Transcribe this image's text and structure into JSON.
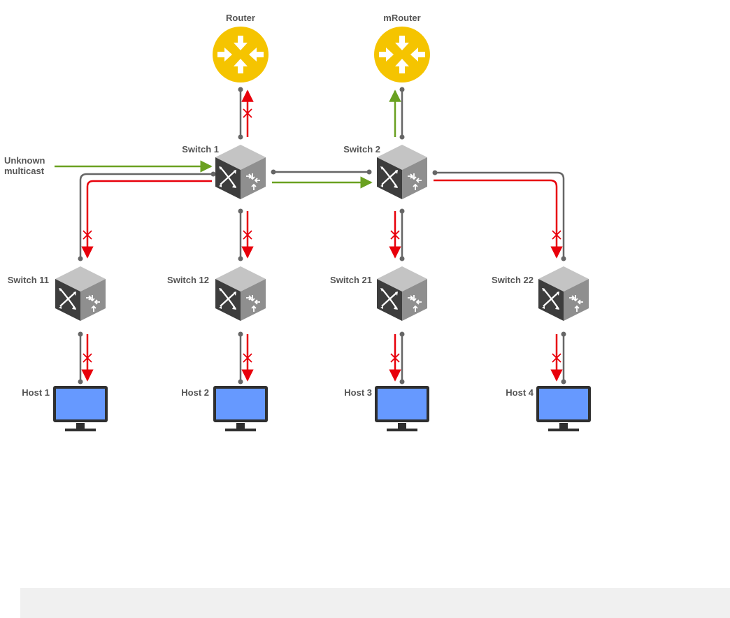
{
  "diagram": {
    "routers": [
      {
        "id": "router",
        "label": "Router"
      },
      {
        "id": "mrouter",
        "label": "mRouter"
      }
    ],
    "switches": [
      {
        "id": "switch-1",
        "label": "Switch 1"
      },
      {
        "id": "switch-2",
        "label": "Switch 2"
      },
      {
        "id": "switch-11",
        "label": "Switch 11"
      },
      {
        "id": "switch-12",
        "label": "Switch 12"
      },
      {
        "id": "switch-21",
        "label": "Switch 21"
      },
      {
        "id": "switch-22",
        "label": "Switch 22"
      }
    ],
    "hosts": [
      {
        "id": "host-1",
        "label": "Host 1"
      },
      {
        "id": "host-2",
        "label": "Host 2"
      },
      {
        "id": "host-3",
        "label": "Host 3"
      },
      {
        "id": "host-4",
        "label": "Host 4"
      }
    ],
    "source_label_line1": "Unknown",
    "source_label_line2": "multicast"
  },
  "colors": {
    "link": "#666666",
    "blocked_flow": "#e8000b",
    "forwarded_flow": "#6aa121",
    "router_fill": "#f5c400",
    "host_screen": "#6699ff"
  }
}
